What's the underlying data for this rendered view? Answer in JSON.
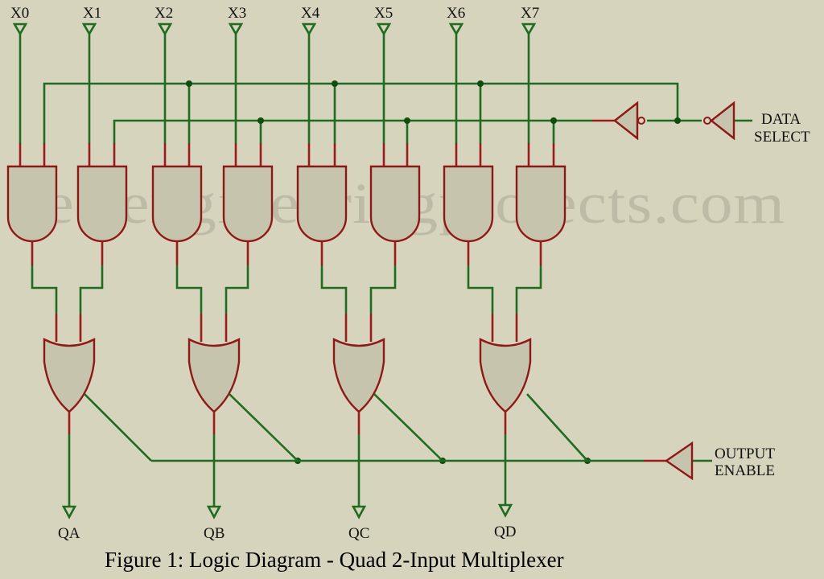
{
  "inputs": [
    "X0",
    "X1",
    "X2",
    "X3",
    "X4",
    "X5",
    "X6",
    "X7"
  ],
  "outputs": [
    "QA",
    "QB",
    "QC",
    "QD"
  ],
  "control_labels": {
    "data_select": [
      "DATA",
      "SELECT"
    ],
    "output_enable": [
      "OUTPUT",
      "ENABLE"
    ]
  },
  "watermark": "bestengineeringprojects.com",
  "caption": "Figure 1: Logic Diagram - Quad 2-Input Multiplexer",
  "colors": {
    "background": "#d6d4bd",
    "wire": "#1f6b1f",
    "gate_outline": "#8e1818",
    "gate_fill": "#c7c4ad"
  }
}
